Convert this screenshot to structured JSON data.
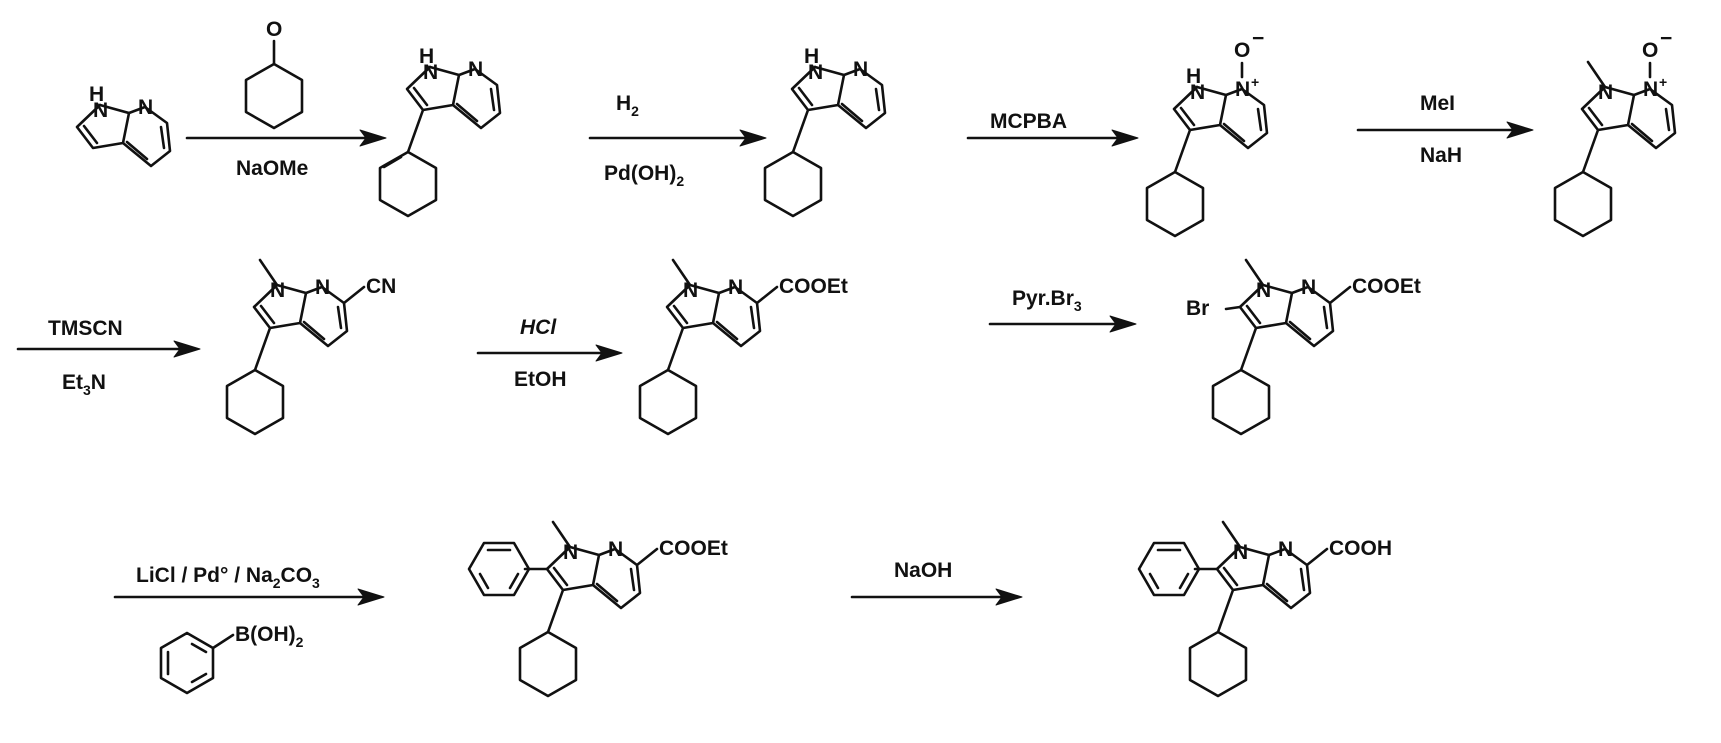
{
  "reagents": {
    "r1_below": "NaOMe",
    "r2_above_main": "H",
    "r2_above_sub": "2",
    "r2_below_main": "Pd(OH)",
    "r2_below_sub": "2",
    "r3_above": "MCPBA",
    "r4_above": "MeI",
    "r4_below": "NaH",
    "r5_above": "TMSCN",
    "r5_below_a": "Et",
    "r5_below_sub": "3",
    "r5_below_b": "N",
    "r6_above": "HCl",
    "r6_below": "EtOH",
    "r7_above_main": "Pyr.Br",
    "r7_above_sub": "3",
    "r8_above_a": "LiCl / Pd° / Na",
    "r8_above_sub1": "2",
    "r8_above_b": "CO",
    "r8_above_sub2": "3",
    "r8_below_main": "B(OH)",
    "r8_below_sub": "2",
    "r9_above": "NaOH"
  },
  "atoms": {
    "O": "O",
    "NH_N": "N",
    "NH_H": "H",
    "N": "N",
    "N_plus": "N",
    "plus": "+",
    "O_minus": "O",
    "minus": "−",
    "CN": "CN",
    "COOEt": "COOEt",
    "COOH": "COOH",
    "Br": "Br"
  }
}
